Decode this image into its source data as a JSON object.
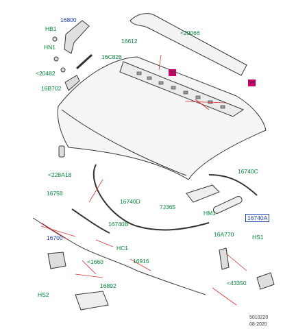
{
  "labels": {
    "l16800": "16800",
    "hb1": "HB1",
    "l16612": "16612",
    "l29066": "<29066",
    "hn1": "HN1",
    "l16c826": "16C826",
    "l20482": "<20482",
    "l16b702": "16B702",
    "l228a18": "<228A18",
    "l16758": "16758",
    "l16740d": "16740D",
    "l7j365": "7J365",
    "l16740c": "16740C",
    "hm1": "HM1",
    "l16740a": "16740A",
    "l16740b": "16740B",
    "l16700": "16700",
    "hc1": "HC1",
    "l1660": "<1660",
    "l16916": "16916",
    "l16a770": "16A770",
    "hs1": "HS1",
    "l43350": "<43350",
    "l16892": "16892",
    "hs2": "HS2",
    "mag1": "??",
    "mag2": "??"
  },
  "footer": {
    "code": "5010220",
    "date": "08-2020"
  },
  "colors": {
    "green": "#00883a",
    "blue": "#1a3fb0",
    "magenta": "#d0006f",
    "leader": "#e03030"
  }
}
